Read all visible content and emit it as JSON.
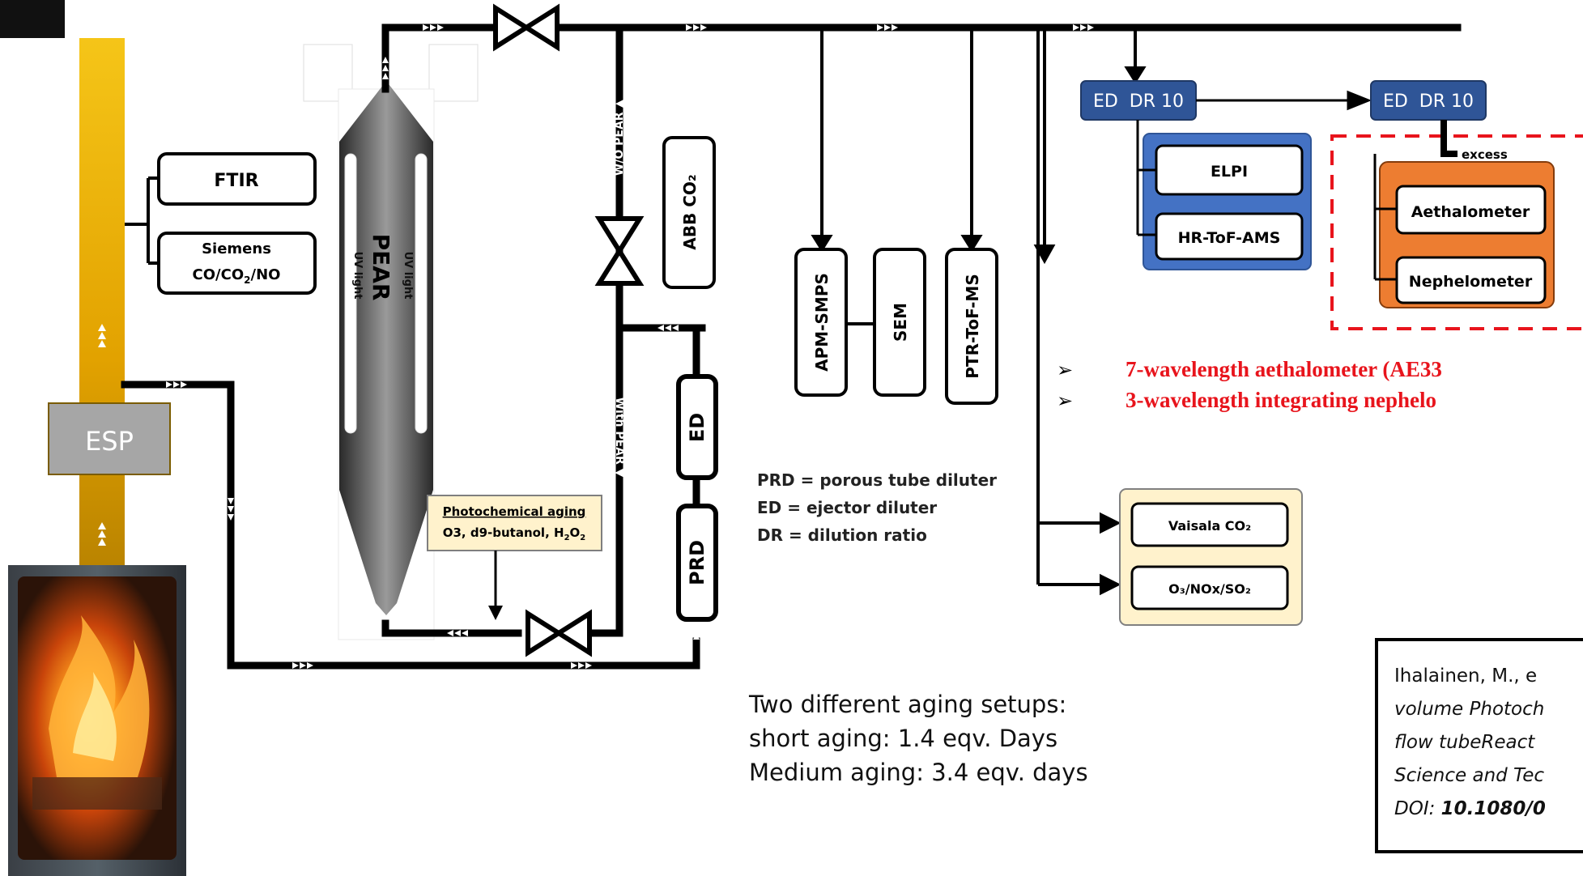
{
  "instruments": {
    "ftir": "FTIR",
    "siemens_line1": "Siemens",
    "siemens_line2": "CO/CO",
    "siemens_sub": "2",
    "siemens_line2_end": "/NO",
    "esp": "ESP",
    "pear": "PEAR",
    "uv_light": "UV light",
    "abb_co2": "ABB CO₂",
    "ed": "ED",
    "prd": "PRD",
    "apm_smps": "APM-SMPS",
    "sem": "SEM",
    "ptr_tof_ms": "PTR-ToF-MS",
    "ed_dr10": "ED  DR 10",
    "elpi": "ELPI",
    "hr_tof_ams": "HR-ToF-AMS",
    "aethalometer": "Aethalometer",
    "nephelometer": "Nephelometer",
    "excess": "excess",
    "vaisala_co2": "Vaisala CO₂",
    "o3_nox_so2": "O₃/NOx/SO₂"
  },
  "line_labels": {
    "wo_pear": "W/O PEAR ▲",
    "with_pear": "With PEAR ▼"
  },
  "photochemical": {
    "title": "Photochemical aging",
    "line2_a": "O3, d9-butanol, H",
    "line2_sub1": "2",
    "line2_b": "O",
    "line2_sub2": "2"
  },
  "legend": {
    "prd": "PRD = porous tube diluter",
    "ed": "ED = ejector diluter",
    "dr": "DR = dilution ratio"
  },
  "bullets": [
    "7-wavelength aethalometer (AE33",
    "3-wavelength integrating nephelo"
  ],
  "aging": {
    "line1": "Two different aging setups:",
    "line2": "short aging: 1.4 eqv. Days",
    "line3": "Medium aging: 3.4 eqv. days"
  },
  "reference": {
    "line1": "Ihalainen, M., e",
    "line2": "volume Photoch",
    "line3": "flow tubeReact",
    "line4": "Science and Tec",
    "line5_a": "DOI: ",
    "line5_b": "10.1080/0"
  },
  "colors": {
    "chimney": "#f2b705",
    "ed_box": "#2f5597",
    "blue_group": "#4472c4",
    "orange_group": "#ed7d31",
    "yellow_group": "#fff2cc",
    "red_dashed": "#e8141c"
  }
}
